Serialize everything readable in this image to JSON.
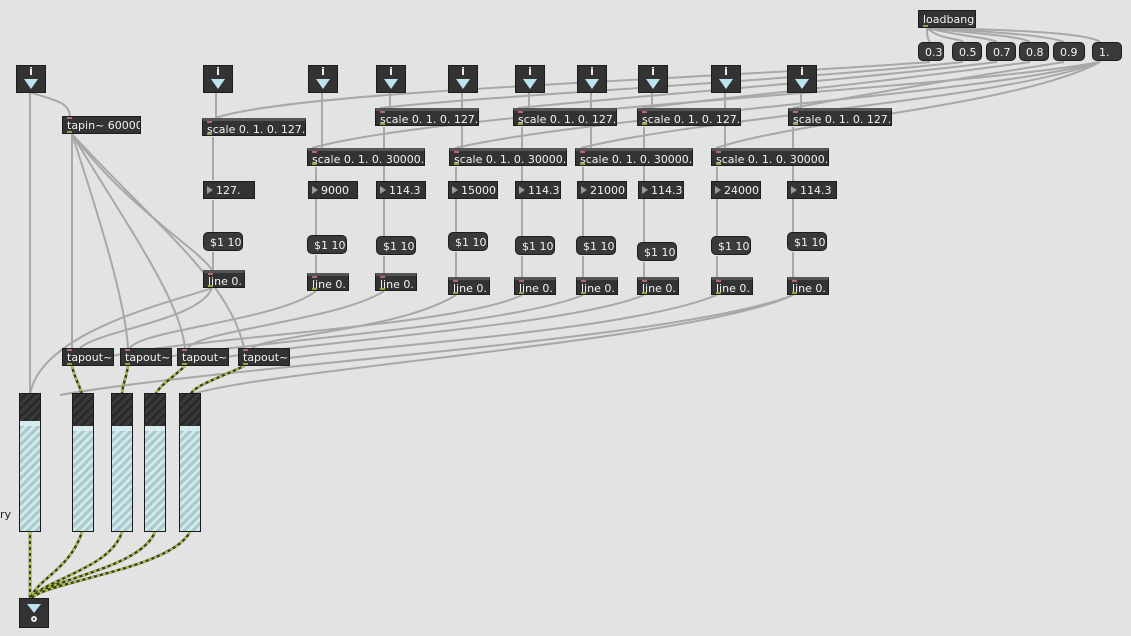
{
  "loadbang": {
    "label": "loadbang"
  },
  "values": [
    "0.3",
    "0.5",
    "0.7",
    "0.8",
    "0.9",
    "1."
  ],
  "tapin": {
    "label": "tapin~ 60000"
  },
  "inlet_label": "i",
  "scale_feedback": {
    "label": "scale 0. 1. 0. 127."
  },
  "scale_delay": {
    "label": "scale 0. 1. 0. 30000."
  },
  "msg_ramp": {
    "label": "$1 10"
  },
  "line": {
    "label": "line 0."
  },
  "tapout": {
    "label": "tapout~"
  },
  "numbers": {
    "n1": "127.",
    "n2": "9000",
    "n3": "114.3",
    "n4": "15000",
    "n5": "114.3",
    "n6": "21000",
    "n7": "114.3",
    "n8": "24000",
    "n9": "114.3"
  },
  "gain_levels": [
    0.77,
    0.73,
    0.73,
    0.73,
    0.73
  ],
  "stray_text": "ry",
  "colors": {
    "canvas": "#e3e3e3",
    "object": "#333333",
    "patch_cord": "#a8a8a8",
    "signal_cord": "#b7c74a",
    "inlet_arrow": "#bde3f0"
  }
}
